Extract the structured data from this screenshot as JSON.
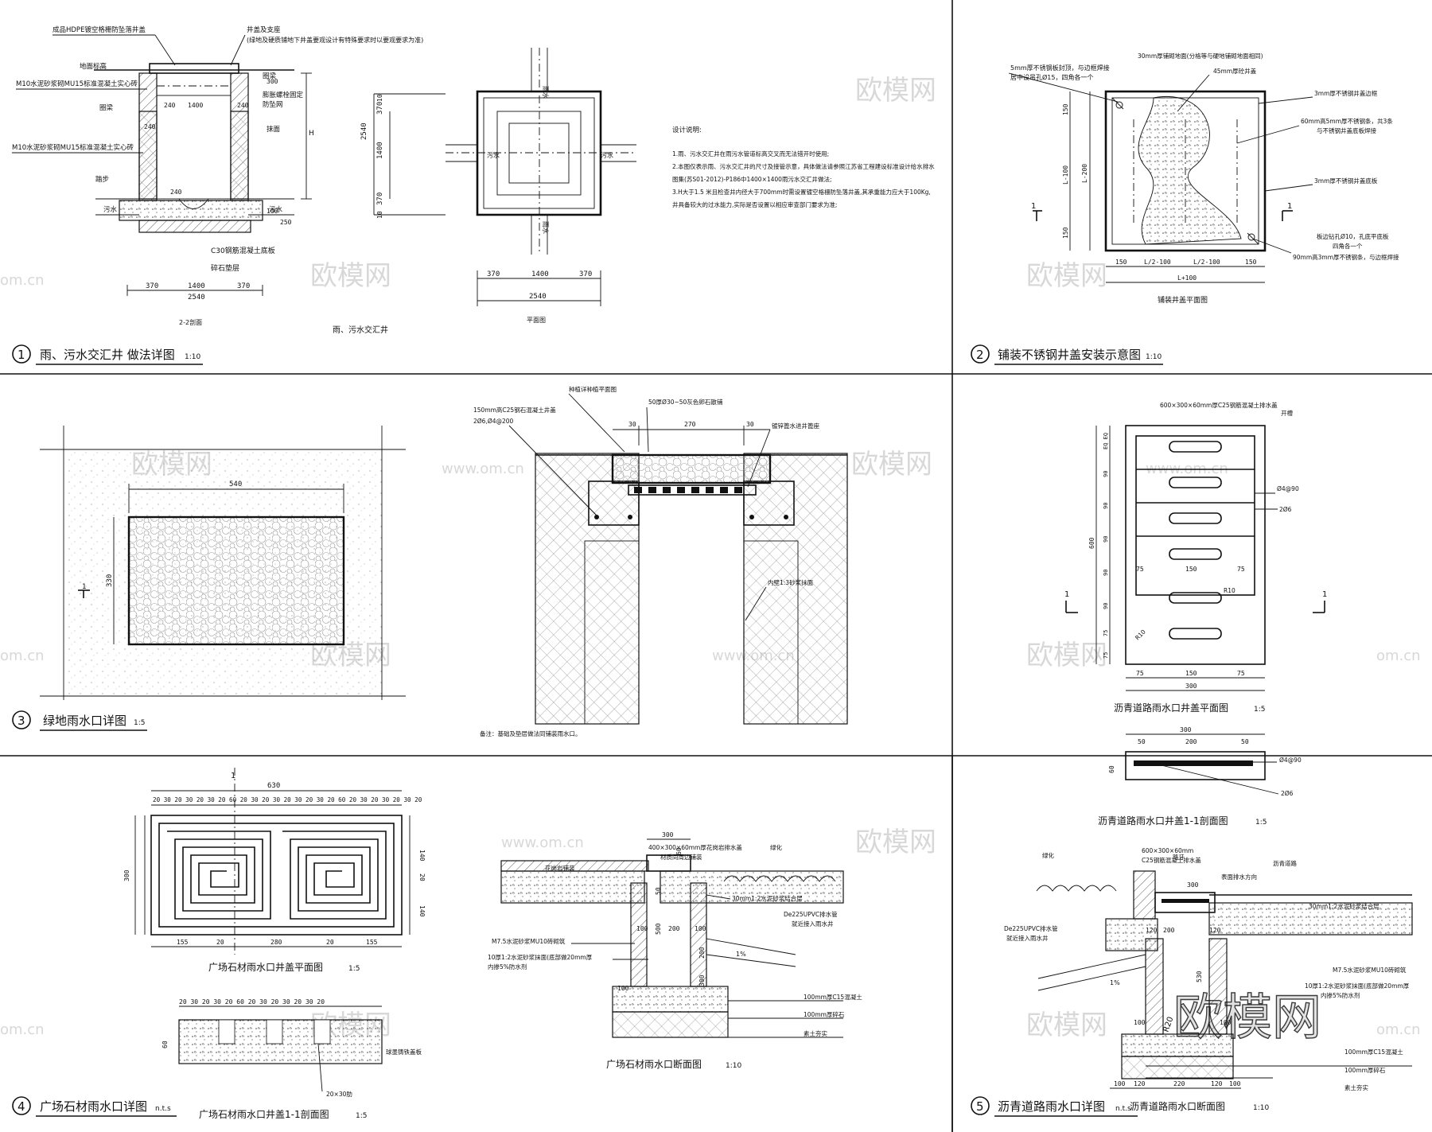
{
  "panels": {
    "p1": {
      "num": "1",
      "title": "雨、污水交汇井 做法详图",
      "scale": "1:10",
      "section_caption": "2-2剖面",
      "view_caption": "雨、污水交汇井",
      "plan_caption": "平面图",
      "labels": {
        "hdpe": "成品HDPE镀空格栅防坠落井盖",
        "cover_seat": "井盖及支座",
        "cover_note": "(绿地及硬质铺地下井盖要观设计有特殊要求时以要观要求为准)",
        "ground": "地面标高",
        "m10a": "M10水泥砂浆砌MU15标准混凝土实心砖",
        "m10b": "M10水泥砂浆砌MU15标准混凝土实心砖",
        "ring": "圈梁",
        "step": "踏步",
        "anti_fall": "防坠网",
        "expansion": "膨胀螺栓固定",
        "plaster": "抹面",
        "sewage_l": "污水",
        "sewage_r": "污水",
        "base": "C30钢筋混凝土底板",
        "gravel": "碎石垫层",
        "rain": "雨水",
        "h": "H"
      },
      "dims": [
        "370",
        "1400",
        "370",
        "2540",
        "10",
        "10",
        "240",
        "1400",
        "240",
        "240",
        "240",
        "300",
        "100",
        "250",
        "2540",
        "1400",
        "370",
        "370",
        "10",
        "10",
        "370",
        "1400",
        "370",
        "2540"
      ],
      "notes_title": "设计说明:",
      "notes": [
        "1.雨、污水交汇井在雨污水管道标高交叉而无法错开时使用;",
        "2.本图仅表示雨、污水交汇井的尺寸及接管示意，具体做法请参照江苏省工程建设标准设计给水排水",
        "图集(苏S01-2012)-P186中1400×1400雨污水交汇井做法;",
        "3.H大于1.5 米且检查井内径大于700mm时需设置镀空格栅防坠落井盖,其承重能力应大于100Kg,",
        "井具备较大的过水能力,实际是否设置以相应审查部门要求为准;"
      ]
    },
    "p2": {
      "num": "2",
      "title": "铺装不锈钢井盖安装示意图",
      "scale": "1:10",
      "caption": "铺装井盖平面图",
      "labels": {
        "plate": "5mm厚不锈钢板封顶，与边框焊接",
        "hole": "居中设吊孔Ø15，四角各一个",
        "paving": "30mm厚铺砌地面(分格等与硬地铺砌地面相同)",
        "conc": "45mm厚砼井盖",
        "frame": "3mm厚不锈钢井盖边框",
        "bars": "60mm高5mm厚不锈钢条，共3条",
        "bars2": "与不锈钢井盖底板焊接",
        "bottom": "3mm厚不锈钢井盖底板",
        "drill": "板边钻孔Ø10，孔底平底板",
        "drill2": "四角各一个",
        "rib": "90mm高3mm厚不锈钢条，与边框焊接",
        "l100": "L-100",
        "l200": "L-200",
        "d150a": "150",
        "d150b": "150",
        "d150c": "150",
        "d150d": "150",
        "half1": "L/2-100",
        "half2": "L/2-100",
        "lw": "L+100",
        "sec": "1"
      }
    },
    "p3": {
      "num": "3",
      "title": "绿地雨水口详图",
      "scale": "1:5",
      "labels": {
        "w": "540",
        "h": "330",
        "sec": "1",
        "top_note": "种植详种植平面图",
        "slab": "150mm高C25钢石混凝土井盖",
        "rebar": "2Ø6,Ø4@200",
        "stones": "50厚Ø30~50灰色卵石散铺",
        "grate": "镀锌篦水进井篦座",
        "plaster": "内壁1:3砂浆抹面",
        "d30a": "30",
        "d270": "270",
        "d30b": "30",
        "remark": "备注：基础及垫层做法同铺装雨水口。"
      }
    },
    "p4": {
      "num": "4",
      "title": "广场石材雨水口详图",
      "scale": "n.t.s",
      "plan_caption": "广场石材雨水口井盖平面图",
      "plan_scale": "1:5",
      "sec_caption": "广场石材雨水口井盖1-1剖面图",
      "sec_scale": "1:5",
      "cut_caption": "广场石材雨水口断面图",
      "cut_scale": "1:10",
      "top_dims": "20 30 20 30 20 30 20 60 20 30 20 30 20 30 20 30 20 60 20 30 20 30 20 30 20",
      "w630": "630",
      "h300": "300",
      "bot": [
        "155",
        "20",
        "280",
        "20",
        "155"
      ],
      "right": [
        "140",
        "20",
        "140"
      ],
      "sec_dims": "20 30 20 30 20 60 20 30 20 30 20 30 20",
      "h60": "60",
      "labels": {
        "cover": "400×300×60mm厚花岗岩排水盖",
        "match": "材质同周边铺装",
        "green": "绿化",
        "paving": "花岗岩铺装",
        "mortar": "30mm1:2水泥砂浆结合层",
        "pipe": "De225UPVC排水管",
        "pipe2": "就近接入雨水井",
        "brick": "M7.5水泥砂浆MU10砖砌筑",
        "plaster": "10厚1:2水泥砂浆抹面(底部做20mm厚",
        "plaster2": "内掺5%防水剂",
        "c15": "100mm厚C15混凝土",
        "gravel": "100mm厚碎石",
        "soil": "素土夯实",
        "stone": "球墨铸铁盖板",
        "rebar": "20×30肋",
        "slope": "1%",
        "d300": "300",
        "d60": "60",
        "d50": "50",
        "d500": "500",
        "d100a": "100",
        "d200a": "200",
        "d100b": "100",
        "d200b": "200",
        "d300b": "300",
        "d100c": "100"
      }
    },
    "p5": {
      "num": "5",
      "title": "沥青道路雨水口详图",
      "scale": "n.t.s",
      "plan_caption": "沥青道路雨水口井盖平面图",
      "plan_scale": "1:5",
      "sec_caption": "沥青道路雨水口井盖1-1剖面图",
      "sec_scale": "1:5",
      "cut_caption": "沥青道路雨水口断面图",
      "cut_scale": "1:10",
      "labels": {
        "cover": "600×300×60mm厚C25钢筋混凝土排水盖",
        "slot": "开槽",
        "r1": "Ø4@90",
        "r2": "2Ø6",
        "r10": "R10",
        "r10b": "R10",
        "d600": "600",
        "d300": "300",
        "eq": "EQ  EQ",
        "v1": "90",
        "v2": "90",
        "v3": "90",
        "v4": "90",
        "v5": "90",
        "v6": "75",
        "v7": "75",
        "h75a": "75",
        "h150": "150",
        "h75b": "75",
        "b75a": "75",
        "b150": "150",
        "b75b": "75",
        "sec": "1",
        "s300": "300",
        "s50": "50",
        "s200": "200",
        "s50b": "50",
        "s60": "60",
        "sr1": "Ø4@90",
        "sr2": "2Ø6",
        "c_cover": "600×300×60mm",
        "c_cover2": "C25钢筋混凝土排水盖",
        "curb": "路牙",
        "green": "绿化",
        "road": "沥青道路",
        "flow": "表面排水方向",
        "mortar": "30mm1:2水泥砂浆结合层",
        "pipe": "De225UPVC排水管",
        "pipe2": "就近接入雨水井",
        "brick": "M7.5水泥砂浆MU10砖砌筑",
        "plaster": "10厚1:2水泥砂浆抹面(底部做20mm厚",
        "plaster2": "内掺5%防水剂",
        "c15": "100mm厚C15混凝土",
        "gravel": "100mm厚碎石",
        "soil": "素土夯实",
        "slope": "1%",
        "r20": "R20",
        "d530": "530",
        "c300": "300",
        "c120a": "120",
        "c120b": "120",
        "c200": "200",
        "c100a": "100",
        "c100b": "100",
        "b100a": "100",
        "b120a": "120",
        "b220": "220",
        "b120b": "120",
        "b100b": "100"
      }
    }
  },
  "watermark": {
    "text": "欧模网",
    "site": "www.om.cn",
    "site2": "om.cn",
    "big": "欧模网"
  }
}
